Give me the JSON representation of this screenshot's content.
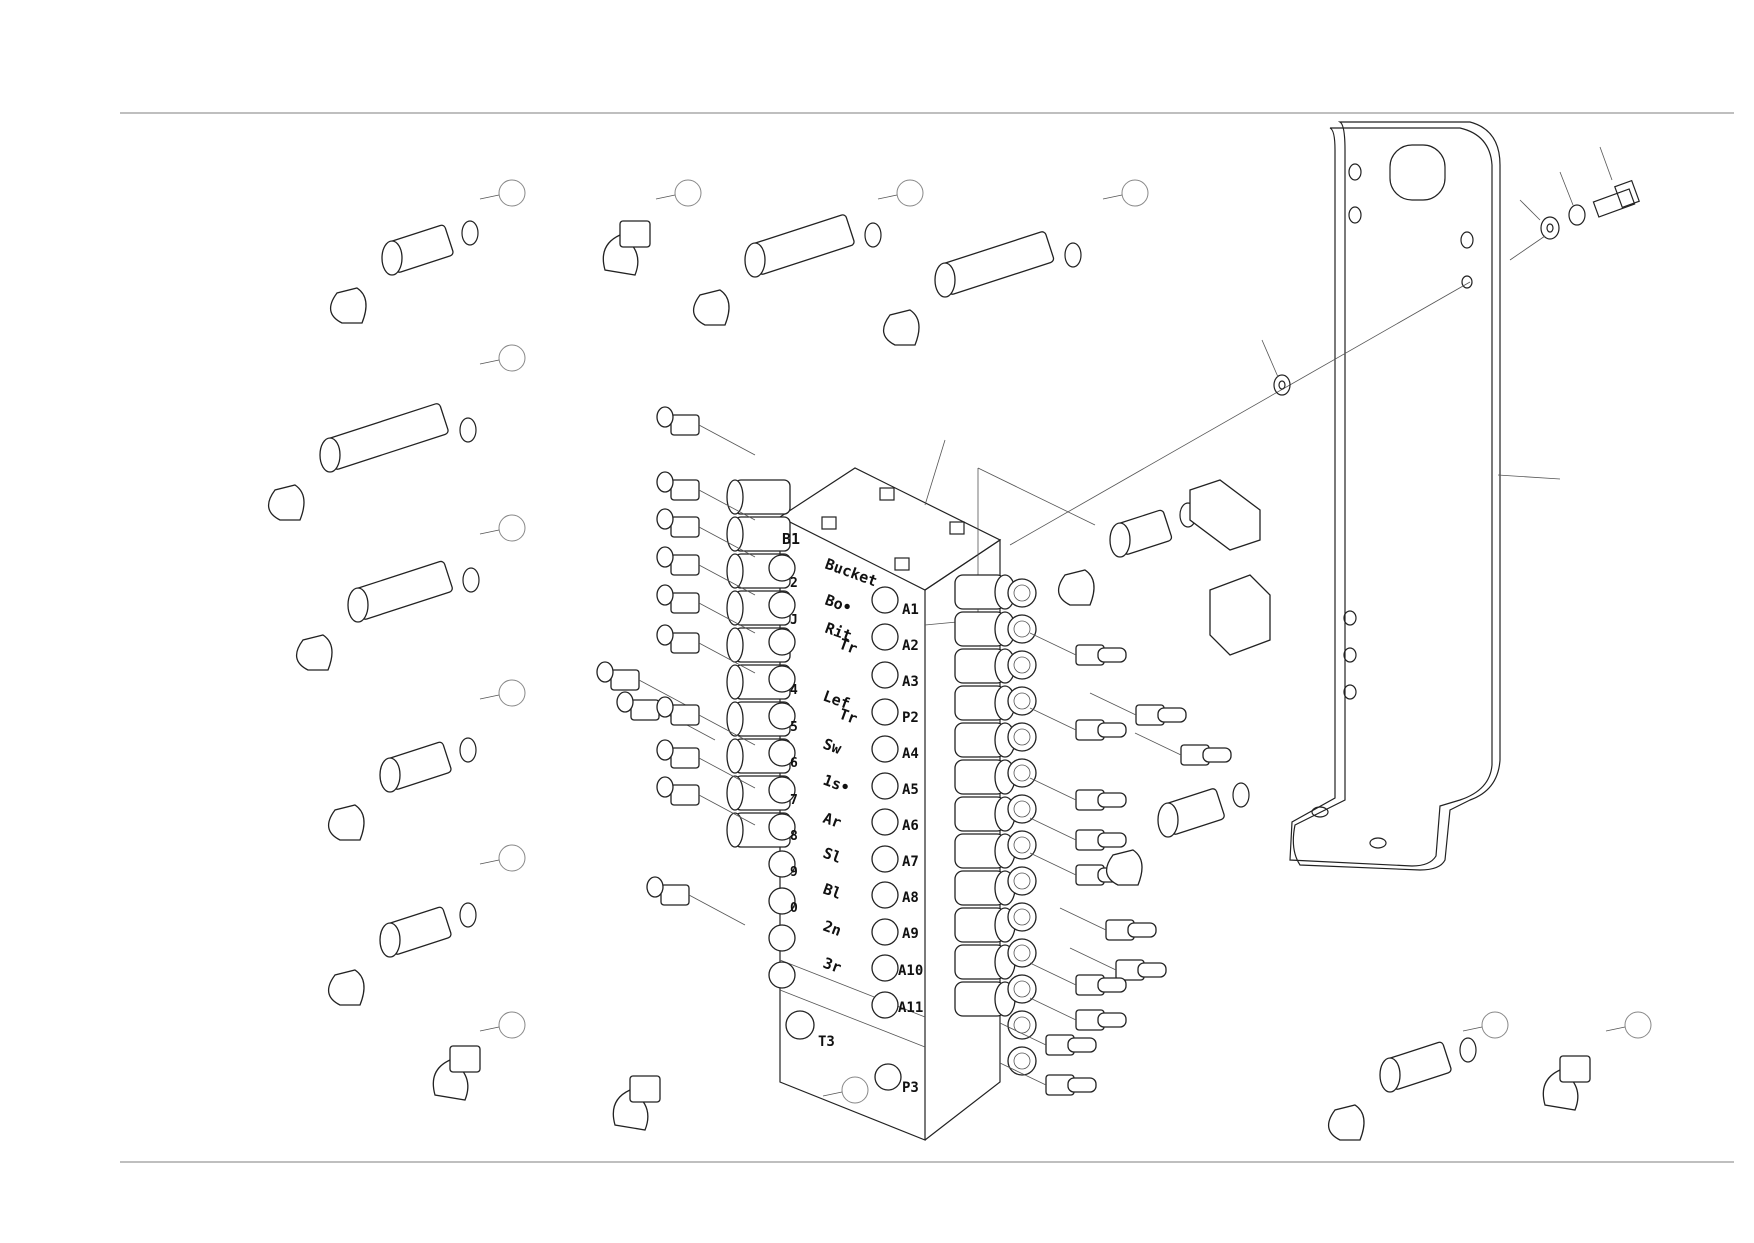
{
  "diagram": {
    "port_labels": {
      "B1": "B1",
      "A1": "A1",
      "A2": "A2",
      "A3": "A3",
      "P2": "P2",
      "A4": "A4",
      "A5": "A5",
      "A6": "A6",
      "A7": "A7",
      "A8": "A8",
      "A9": "A9",
      "A10": "A10",
      "A11": "A11",
      "T3": "T3",
      "P3": "P3"
    },
    "section_labels": [
      "Bucket",
      "Bo•",
      "Rit",
      "Tr",
      "Lef",
      "Tr",
      "Sw",
      "1s•",
      "Ar",
      "Sl",
      "Bl",
      "2n",
      "3r"
    ],
    "row_numbers": [
      "2",
      "J",
      "4",
      "5",
      "6",
      "7",
      "8",
      "9",
      "0"
    ],
    "callout_count": 12
  }
}
